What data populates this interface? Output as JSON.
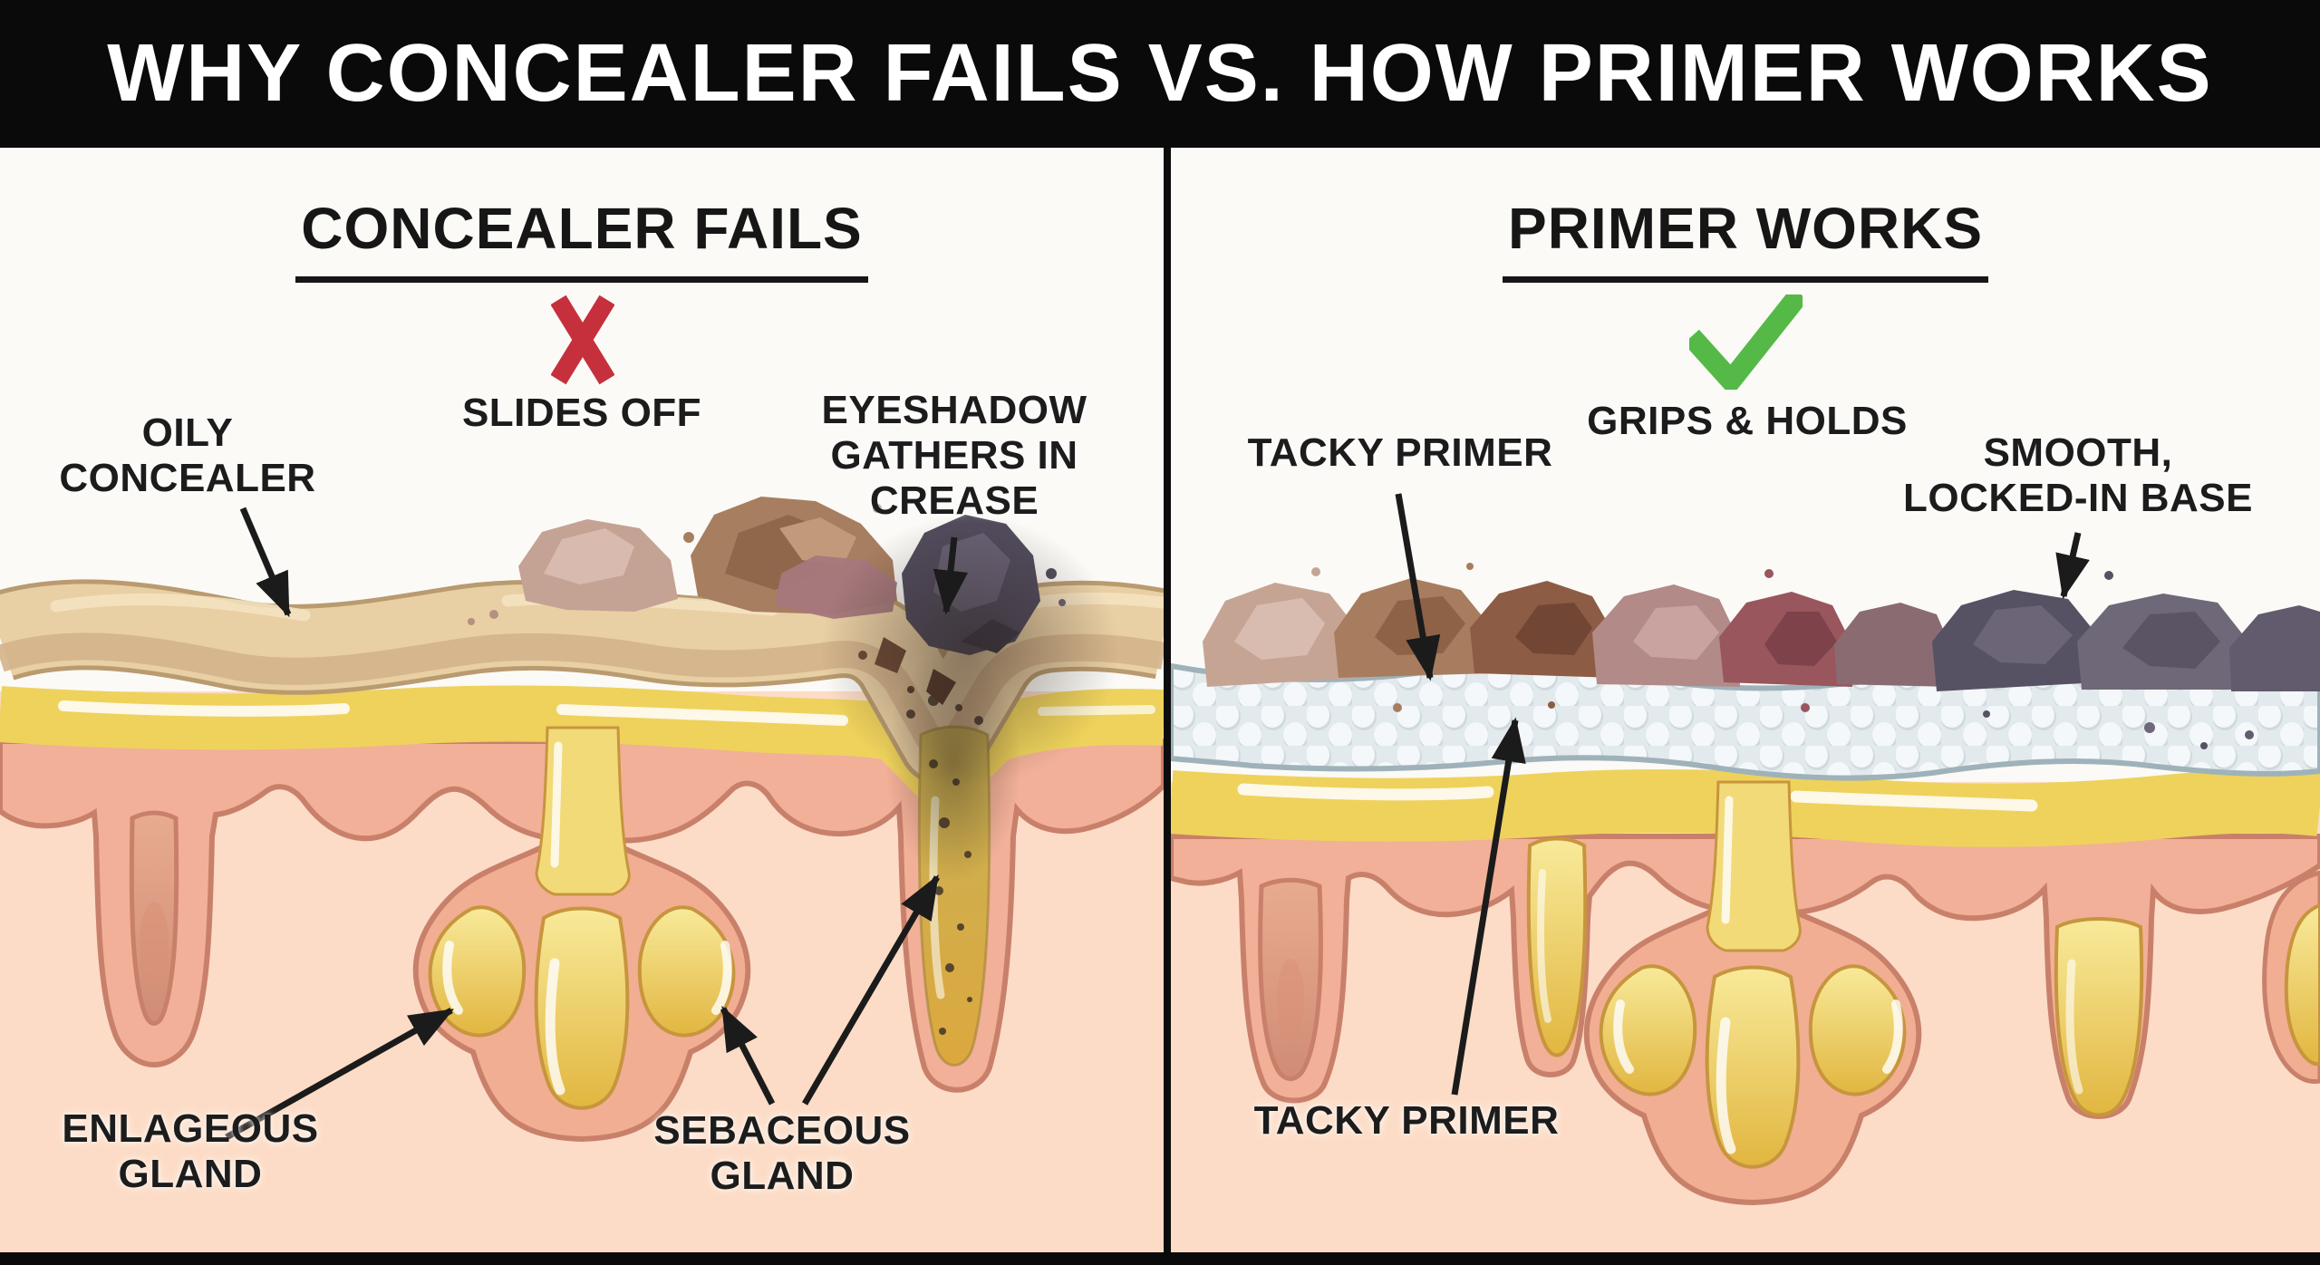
{
  "header": {
    "title": "WHY CONCEALER FAILS VS. HOW PRIMER WORKS"
  },
  "panels": {
    "left": {
      "heading": "CONCEALER FAILS",
      "result_icon": "x-mark",
      "result_label": "SLIDES OFF",
      "callouts": {
        "oily_concealer": "OILY\nCONCEALER",
        "eyeshadow_crease": "EYESHADOW\nGATHERS IN\nCREASE",
        "enlageous_gland": "ENLAGEOUS\nGLAND",
        "sebaceous_gland": "SEBACEOUS\nGLAND"
      }
    },
    "right": {
      "heading": "PRIMER WORKS",
      "result_icon": "check-mark",
      "result_label": "GRIPS & HOLDS",
      "callouts": {
        "tacky_primer_top": "TACKY PRIMER",
        "smooth_base": "SMOOTH,\nLOCKED-IN BASE",
        "tacky_primer_bottom": "TACKY PRIMER"
      }
    }
  },
  "colors": {
    "header_bg": "#0a0a0a",
    "panel_bg": "#fbfaf7",
    "text": "#1c1c1c",
    "fail_red": "#c5303c",
    "success_green": "#55b948",
    "concealer_tan": "#e9cfa4",
    "sebum_yellow": "#eed25c",
    "skin_epidermis": "#f2b098",
    "skin_dermis": "#fcdcc6",
    "skin_outline": "#c9806a",
    "gland_yellow": "#e8c04a",
    "primer_fill": "#e4ebee",
    "primer_outline": "#9fb2ba"
  }
}
